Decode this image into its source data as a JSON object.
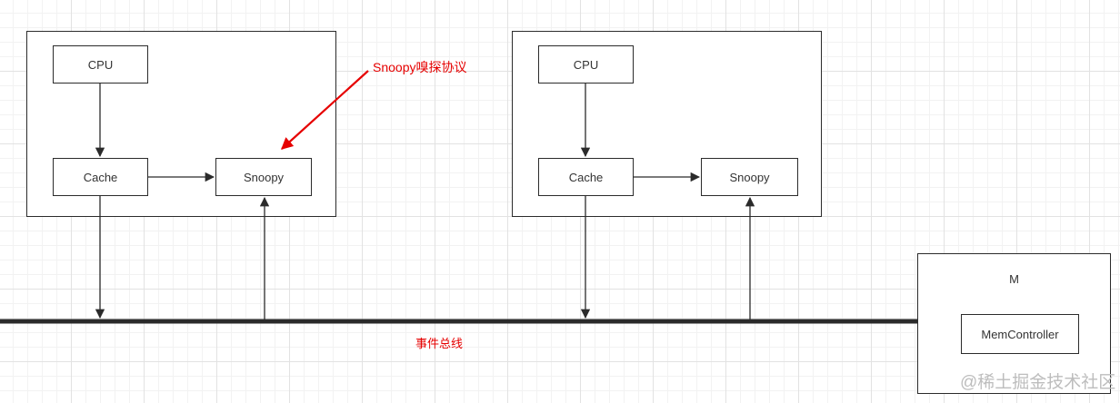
{
  "nodes": {
    "cpu_left": "CPU",
    "cache_left": "Cache",
    "snoopy_left": "Snoopy",
    "cpu_right": "CPU",
    "cache_right": "Cache",
    "snoopy_right": "Snoopy",
    "memory_title": "M",
    "mem_controller": "MemController"
  },
  "annotations": {
    "snoopy_protocol": "Snoopy嗅探协议",
    "event_bus": "事件总线"
  },
  "watermark": "@稀土掘金技术社区",
  "colors": {
    "stroke": "#2b2b2b",
    "annotation_red": "#e60000"
  }
}
